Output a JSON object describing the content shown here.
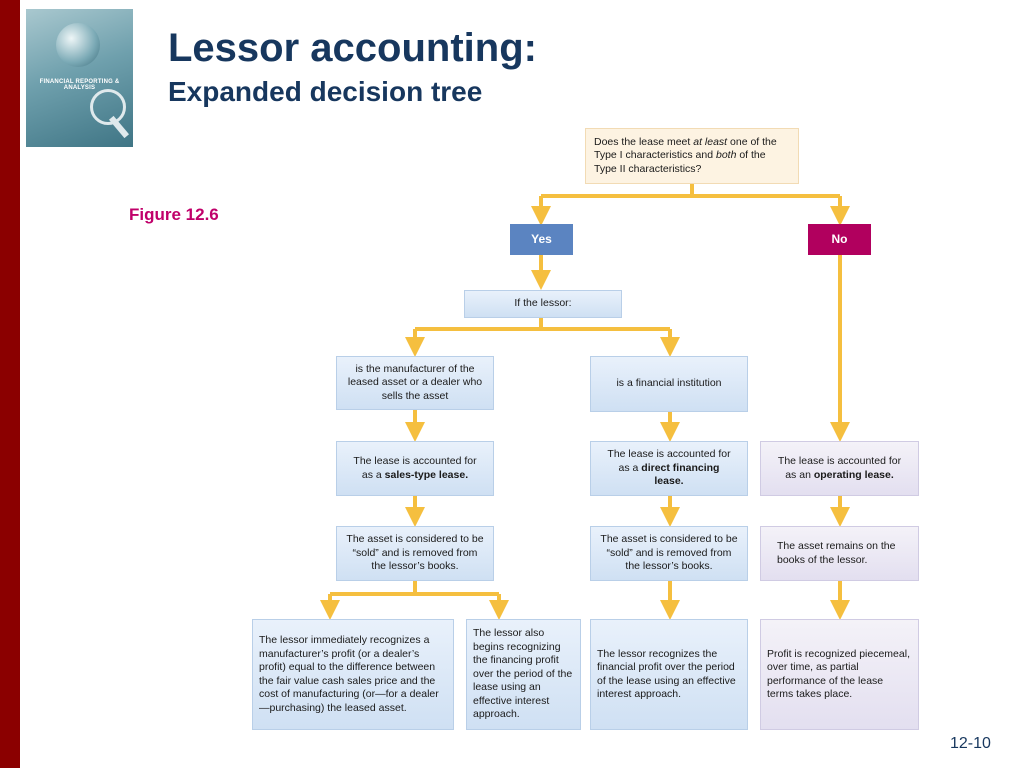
{
  "slide": {
    "title": "Lessor accounting:",
    "subtitle": "Expanded decision tree",
    "figure_label": "Figure 12.6",
    "page_number": "12-10",
    "book_cover_title": "FINANCIAL REPORTING & ANALYSIS"
  },
  "diagram": {
    "question": {
      "pre": "Does the lease meet ",
      "em1": "at least",
      "mid1": " one of the Type I characteristics and ",
      "em2": "both",
      "post": " of the Type II characteristics?"
    },
    "yes_label": "Yes",
    "no_label": "No",
    "if_lessor": "If the lessor:",
    "manufacturer": "is the manufacturer of the leased asset or a dealer who sells the asset",
    "financial_institution": "is a financial institution",
    "sales_type": {
      "pre": "The lease is accounted for as a ",
      "bold": "sales-type lease."
    },
    "direct_financing": {
      "pre": "The lease is accounted for as a ",
      "bold": "direct financing lease."
    },
    "operating": {
      "pre": "The lease is accounted for as an ",
      "bold": "operating lease."
    },
    "sold_1": "The asset is considered to be “sold” and is removed from the lessor’s books.",
    "sold_2": "The asset is considered to be “sold” and is removed from the lessor’s books.",
    "remains": "The asset remains on the books of the lessor.",
    "profit_manufacturer": "The lessor immediately recognizes a manufacturer’s profit (or a dealer’s profit) equal to the difference between the fair value cash sales price and the cost of manufacturing (or—for a dealer—purchasing) the leased asset.",
    "financing_profit": "The lessor also begins recognizing the financing profit over the period of the lease using an effective interest approach.",
    "financial_profit": "The lessor recognizes the financial profit over the period of the lease using an effective interest approach.",
    "piecemeal": "Profit is recognized piecemeal, over time, as partial performance of the lease terms takes place."
  },
  "colors": {
    "connector": "#f5bf3f",
    "title": "#17375e",
    "figure": "#c0006a",
    "yes": "#5b84c1",
    "no": "#b1005e",
    "side_bar": "#8b0000"
  }
}
